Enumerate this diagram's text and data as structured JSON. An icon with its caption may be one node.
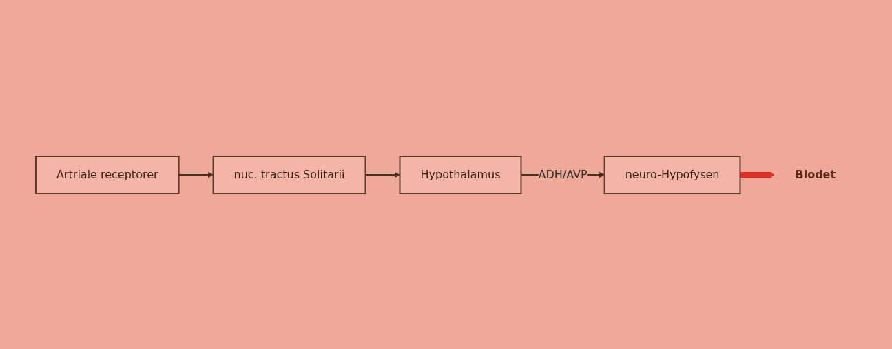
{
  "diagram": {
    "nodes": [
      {
        "text": [
          "Artriale receptorer"
        ]
      },
      {
        "text": [
          "nuc. tractus Solitarii"
        ]
      },
      {
        "text": [
          "Hypothalamus"
        ]
      },
      {
        "text": [
          "neuro-Hypofysen"
        ]
      },
      {
        "text": [
          "Blodet"
        ]
      }
    ],
    "edges": [
      {
        "from": 0,
        "to": 1,
        "arrow": "to"
      },
      {
        "from": 1,
        "to": 2,
        "arrow": "to"
      },
      {
        "from": 2,
        "to": 3,
        "arrow": "to",
        "label": "ADH/AVP"
      },
      {
        "from": 3,
        "to": 4,
        "arrow": "to",
        "style": "thick",
        "color": "#e0302a"
      }
    ]
  }
}
